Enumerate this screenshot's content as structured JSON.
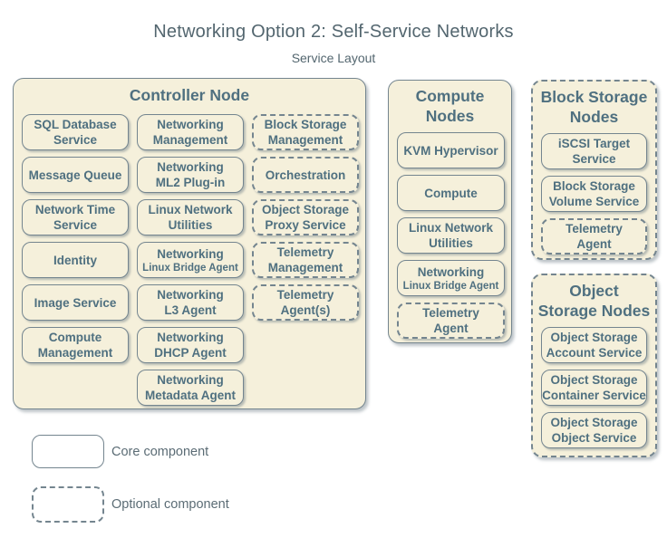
{
  "palette": {
    "background": "#ffffff",
    "node_fill": "#f5f0db",
    "border": "#74858f",
    "label_text": "#4f7080",
    "title_text": "#53666f",
    "legend_text": "#5b6c75"
  },
  "title": "Networking Option 2: Self-Service Networks",
  "subtitle": "Service Layout",
  "nodes": {
    "controller": {
      "heading": "Controller Node",
      "type": "core",
      "services": [
        {
          "line1": "SQL Database",
          "line2": "Service",
          "type": "core"
        },
        {
          "line1": "Message Queue",
          "type": "core"
        },
        {
          "line1": "Network Time",
          "line2": "Service",
          "type": "core"
        },
        {
          "line1": "Identity",
          "type": "core"
        },
        {
          "line1": "Image Service",
          "type": "core"
        },
        {
          "line1": "Compute",
          "line2": "Management",
          "type": "core"
        },
        {
          "line1": "Networking",
          "line2": "Management",
          "type": "core"
        },
        {
          "line1": "Networking",
          "line2": "ML2 Plug-in",
          "type": "core"
        },
        {
          "line1": "Linux Network",
          "line2": "Utilities",
          "type": "core"
        },
        {
          "line1": "Networking",
          "line2": "Linux Bridge Agent",
          "type": "core"
        },
        {
          "line1": "Networking",
          "line2": "L3 Agent",
          "type": "core"
        },
        {
          "line1": "Networking",
          "line2": "DHCP Agent",
          "type": "core"
        },
        {
          "line1": "Networking",
          "line2": "Metadata Agent",
          "type": "core"
        },
        {
          "line1": "Block Storage",
          "line2": "Management",
          "type": "optional"
        },
        {
          "line1": "Orchestration",
          "type": "optional"
        },
        {
          "line1": "Object Storage",
          "line2": "Proxy Service",
          "type": "optional"
        },
        {
          "line1": "Telemetry",
          "line2": "Management",
          "type": "optional"
        },
        {
          "line1": "Telemetry",
          "line2": "Agent(s)",
          "type": "optional"
        }
      ]
    },
    "compute": {
      "heading_line1": "Compute",
      "heading_line2": "Nodes",
      "type": "core",
      "services": [
        {
          "line1": "KVM Hypervisor",
          "type": "core"
        },
        {
          "line1": "Compute",
          "type": "core"
        },
        {
          "line1": "Linux Network",
          "line2": "Utilities",
          "type": "core"
        },
        {
          "line1": "Networking",
          "line2": "Linux Bridge Agent",
          "type": "core"
        },
        {
          "line1": "Telemetry",
          "line2": "Agent",
          "type": "optional"
        }
      ]
    },
    "block_storage": {
      "heading_line1": "Block Storage",
      "heading_line2": "Nodes",
      "type": "optional",
      "services": [
        {
          "line1": "iSCSI Target",
          "line2": "Service",
          "type": "core"
        },
        {
          "line1": "Block Storage",
          "line2": "Volume Service",
          "type": "core"
        },
        {
          "line1": "Telemetry",
          "line2": "Agent",
          "type": "optional"
        }
      ]
    },
    "object_storage": {
      "heading_line1": "Object",
      "heading_line2": "Storage Nodes",
      "type": "optional",
      "services": [
        {
          "line1": "Object Storage",
          "line2": "Account Service",
          "type": "core"
        },
        {
          "line1": "Object Storage",
          "line2": "Container Service",
          "type": "core"
        },
        {
          "line1": "Object Storage",
          "line2": "Object Service",
          "type": "core"
        }
      ]
    }
  },
  "legend": {
    "core_label": "Core component",
    "optional_label": "Optional component"
  }
}
